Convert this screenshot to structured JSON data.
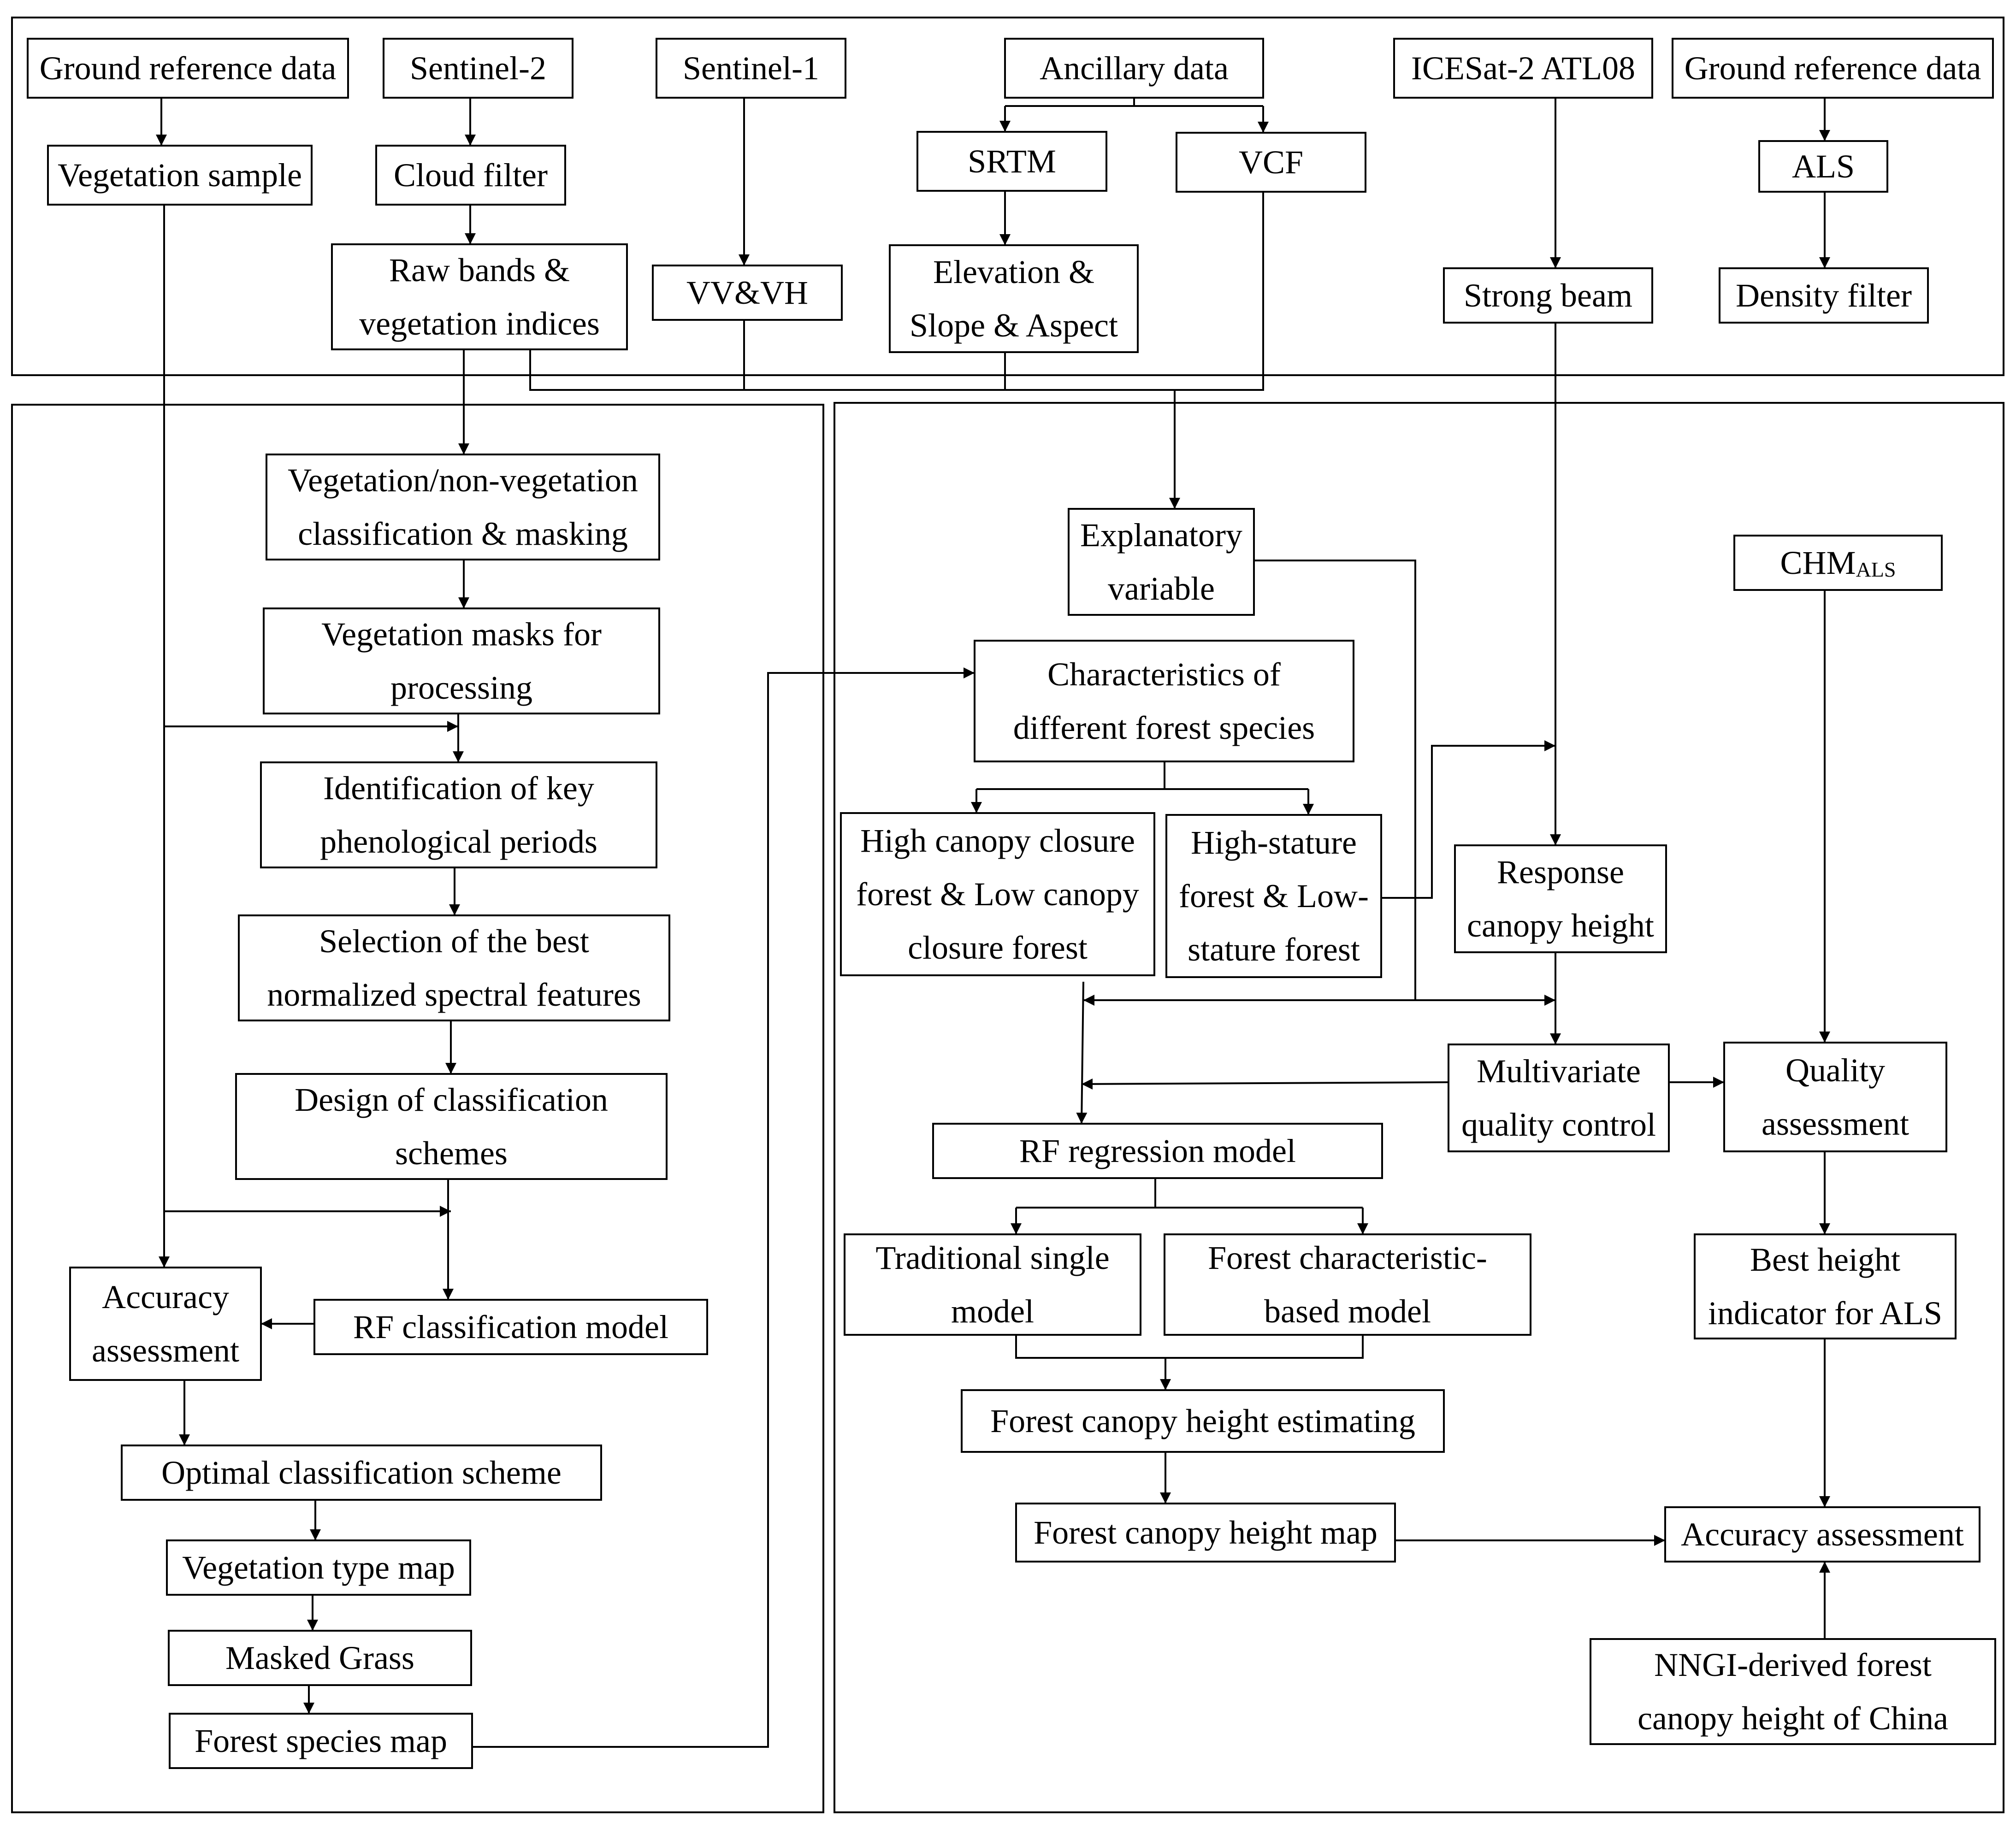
{
  "nodes": {
    "ground_ref_left": "Ground reference data",
    "sentinel2": "Sentinel-2",
    "sentinel1": "Sentinel-1",
    "ancillary": "Ancillary data",
    "icesat2": "ICESat-2 ATL08",
    "ground_ref_right": "Ground reference data",
    "veg_sample": "Vegetation sample",
    "cloud_filter": "Cloud filter",
    "srtm": "SRTM",
    "vcf": "VCF",
    "als": "ALS",
    "raw_bands": [
      "Raw bands &",
      "vegetation indices"
    ],
    "vv_vh": "VV&VH",
    "elevation": [
      "Elevation &",
      "Slope & Aspect"
    ],
    "strong_beam": "Strong beam",
    "density_filter": "Density filter",
    "veg_classification": [
      "Vegetation/non-vegetation",
      "classification & masking"
    ],
    "veg_masks": [
      "Vegetation masks for",
      "processing"
    ],
    "phenological": [
      "Identification of key",
      "phenological periods"
    ],
    "spectral_features": [
      "Selection of the best",
      "normalized spectral features"
    ],
    "design_schemes": [
      "Design of classification",
      "schemes"
    ],
    "accuracy_left": [
      "Accuracy",
      "assessment"
    ],
    "rf_classification": "RF classification model",
    "optimal_scheme": "Optimal classification scheme",
    "veg_type_map": "Vegetation type map",
    "masked_grass": "Masked Grass",
    "forest_species_map": "Forest species map",
    "explanatory": [
      "Explanatory",
      "variable"
    ],
    "chm_main": "CHM",
    "chm_sub": "ALS",
    "forest_characteristics": [
      "Characteristics of",
      "different forest species"
    ],
    "canopy_closure": [
      "High canopy closure",
      "forest & Low canopy",
      "closure forest"
    ],
    "stature": [
      "High-stature",
      "forest & Low-",
      "stature forest"
    ],
    "response_height": [
      "Response",
      "canopy height"
    ],
    "quality_control": [
      "Multivariate",
      "quality control"
    ],
    "quality_assessment": [
      "Quality",
      "assessment"
    ],
    "rf_regression": "RF regression model",
    "single_model": [
      "Traditional single",
      "model"
    ],
    "characteristic_model": [
      "Forest characteristic-",
      "based model"
    ],
    "best_height": [
      "Best height",
      "indicator for ALS"
    ],
    "height_estimating": "Forest canopy height estimating",
    "height_map": "Forest canopy height map",
    "accuracy_right": "Accuracy assessment",
    "nngi": [
      "NNGI-derived forest",
      "canopy height of China"
    ]
  }
}
